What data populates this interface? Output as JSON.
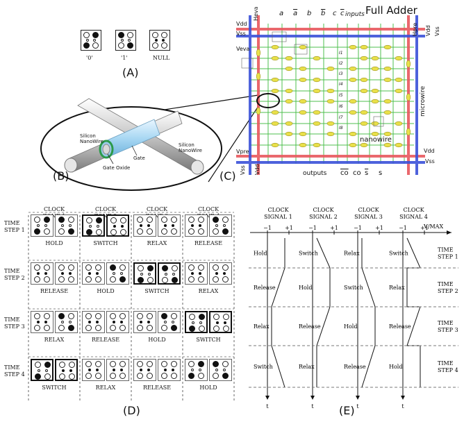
{
  "panel_a": {
    "label": "(A)",
    "states": [
      {
        "caption": "'0'",
        "dots": [
          "empty-big",
          "filled-big",
          "empty-small",
          "empty-small",
          "filled-big",
          "empty-big"
        ]
      },
      {
        "caption": "'1'",
        "dots": [
          "filled-big",
          "empty-big",
          "empty-small",
          "empty-small",
          "empty-big",
          "filled-big"
        ]
      },
      {
        "caption": "NULL",
        "dots": [
          "empty-big",
          "empty-big",
          "filled-small",
          "filled-small",
          "empty-big",
          "empty-big"
        ]
      }
    ]
  },
  "panel_b": {
    "label": "(B)",
    "nanowire_left": "Silicon NanoWire",
    "nanowire_right": "Silicon NanoWire",
    "gate": "Gate",
    "gate_oxide": "Gate Oxide"
  },
  "panel_c": {
    "label": "(C)",
    "title": "Full Adder",
    "inputs": "inputs",
    "input_labels": [
      "a",
      "a",
      "b",
      "b",
      "c",
      "c"
    ],
    "vdd_top": "Vdd",
    "vss_top": "Vss",
    "heva": "Heva",
    "veva": "Veva",
    "hpre": "Hpre",
    "vdd_right_top": "Vdd",
    "vss_right_top": "Vss",
    "microwire": "microwire",
    "nanowire": "nanowire",
    "vpre": "Vpre",
    "vdd_bottom": "Vdd",
    "vss_bottom": "Vss",
    "vss_left_bottom": "Vss",
    "vdd_left_bottom": "Vdd",
    "outputs": "outputs",
    "output_labels": [
      "co",
      "co",
      "s",
      "s"
    ],
    "row_labels": [
      "I1",
      "I2",
      "I3",
      "I4",
      "I5",
      "I6",
      "I7",
      "I8"
    ]
  },
  "panel_d": {
    "label": "(D)",
    "zones": [
      "CLOCK\nZONE 1",
      "CLOCK\nZONE 2",
      "CLOCK\nZONE 3",
      "CLOCK\nZONE 4"
    ],
    "time_steps": [
      "TIME\nSTEP 1",
      "TIME\nSTEP 2",
      "TIME\nSTEP 3",
      "TIME\nSTEP 4"
    ],
    "phases": [
      [
        "HOLD",
        "SWITCH",
        "RELAX",
        "RELEASE"
      ],
      [
        "RELEASE",
        "HOLD",
        "SWITCH",
        "RELAX"
      ],
      [
        "RELAX",
        "RELEASE",
        "HOLD",
        "SWITCH"
      ],
      [
        "SWITCH",
        "RELAX",
        "RELEASE",
        "HOLD"
      ]
    ]
  },
  "panel_e": {
    "label": "(E)",
    "signals": [
      "CLOCK\nSIGNAL 1",
      "CLOCK\nSIGNAL 2",
      "CLOCK\nSIGNAL 3",
      "CLOCK\nSIGNAL 4"
    ],
    "tick_neg": "−1",
    "tick_pos": "+1",
    "axis_label": "V/MAX",
    "time_label": "t",
    "time_steps": [
      "TIME\nSTEP 1",
      "TIME\nSTEP 2",
      "TIME\nSTEP 3",
      "TIME\nSTEP 4"
    ],
    "phases": [
      [
        "Hold",
        "Switch",
        "Relax",
        "Switch"
      ],
      [
        "Release",
        "Hold",
        "Switch",
        "Relax"
      ],
      [
        "Relax",
        "Release",
        "Hold",
        "Release"
      ],
      [
        "Switch",
        "Relax",
        "Release",
        "Hold"
      ]
    ]
  }
}
